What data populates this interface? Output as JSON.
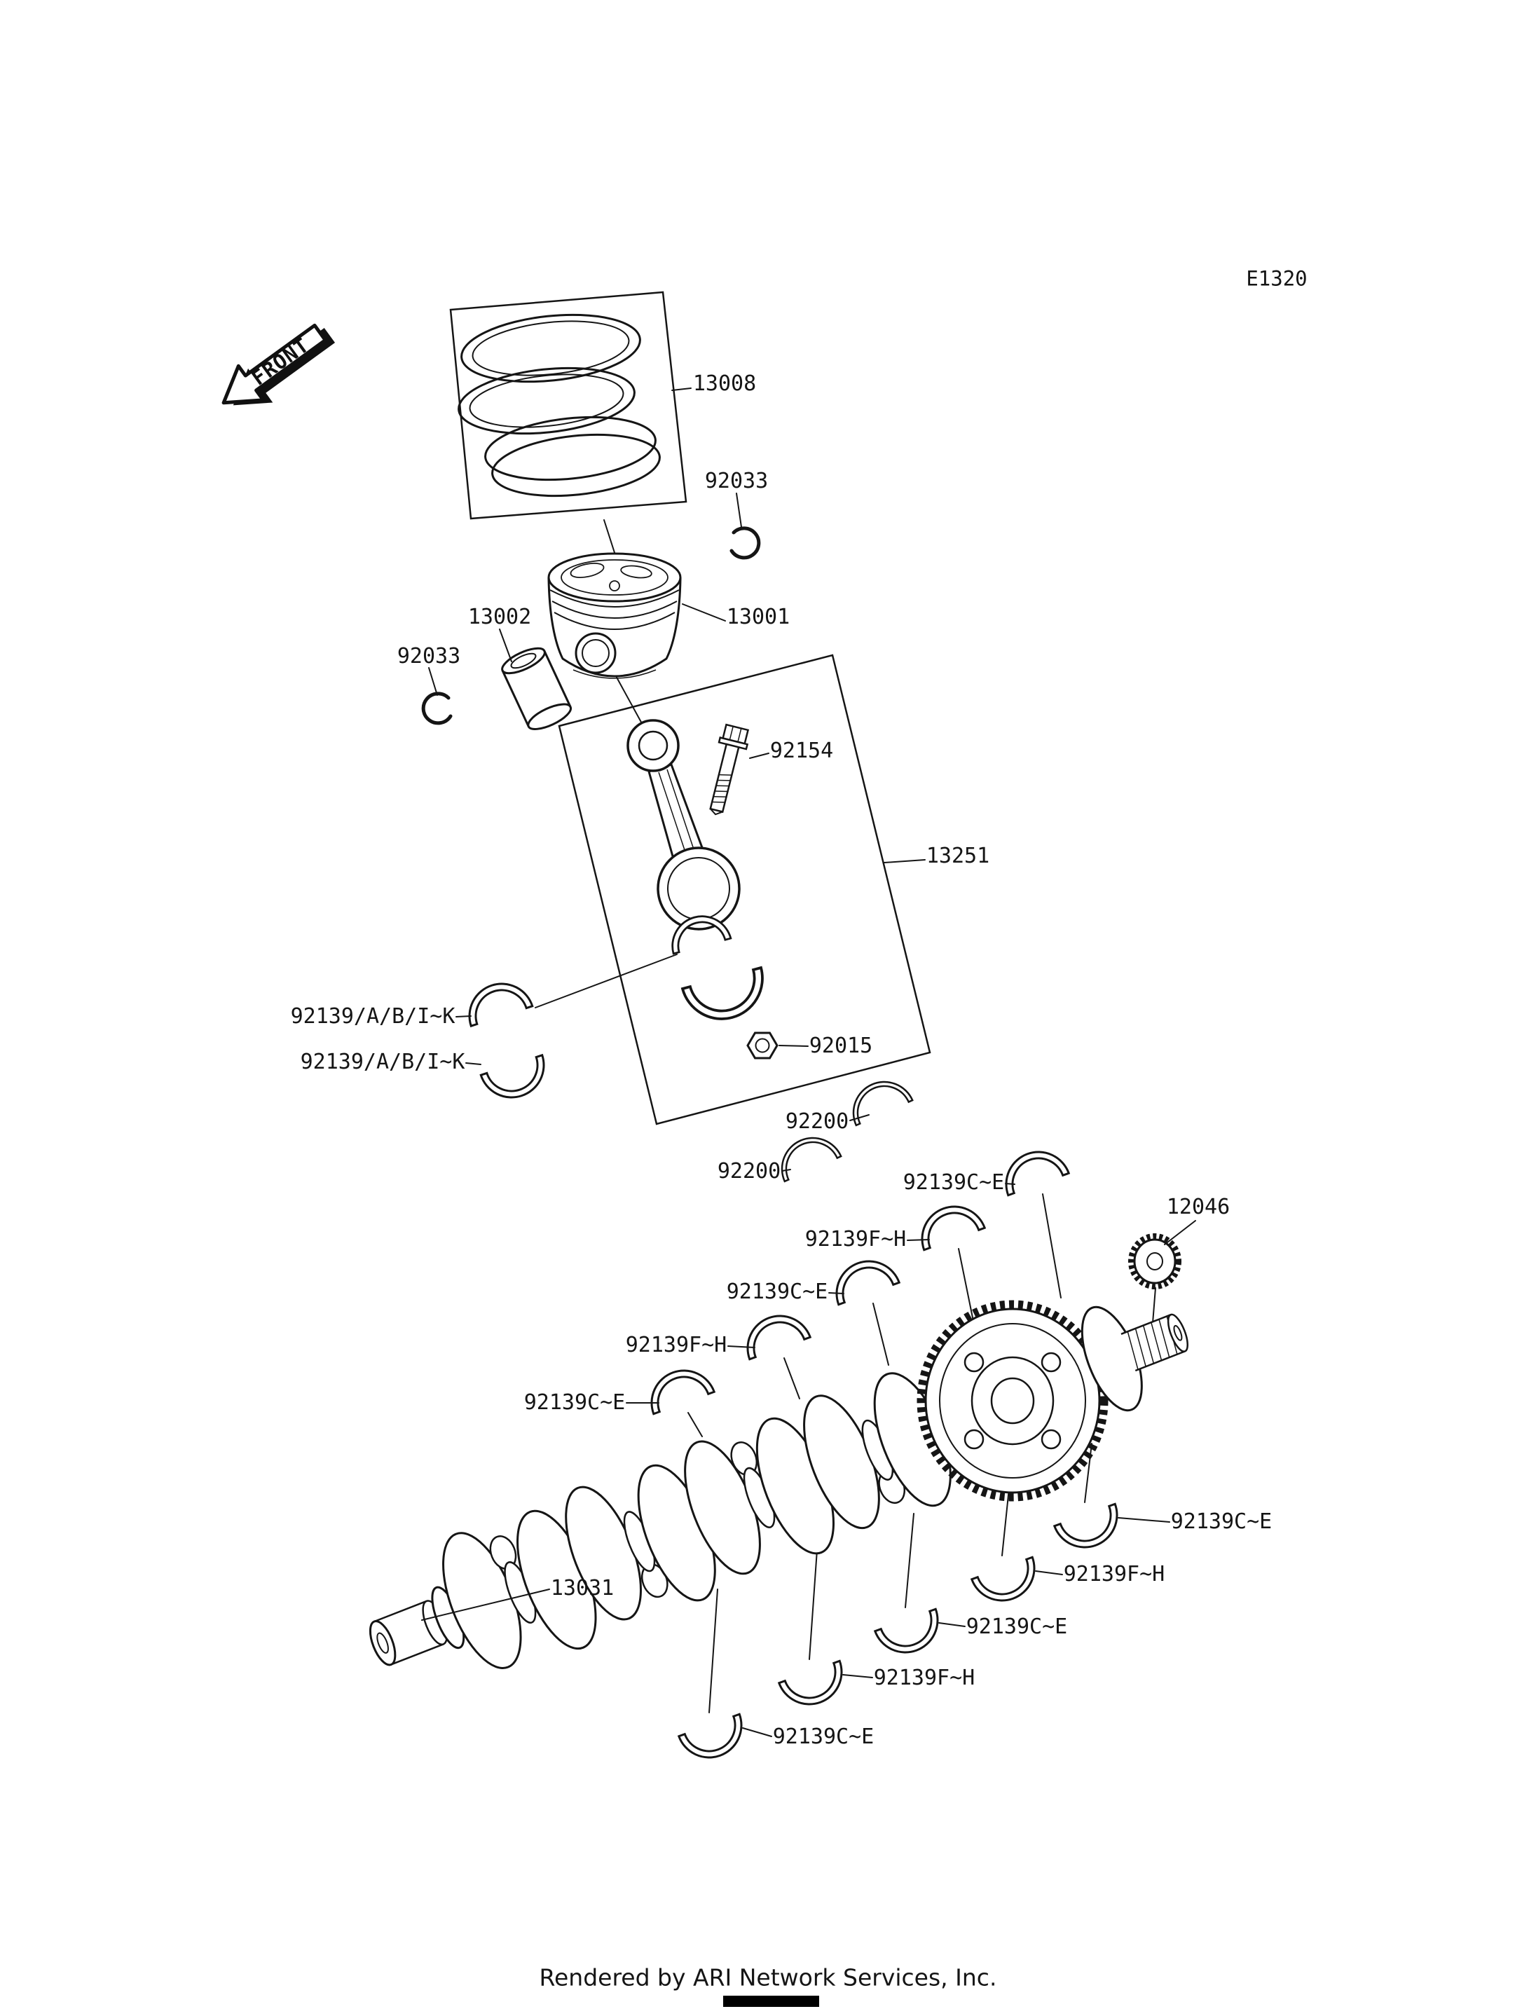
{
  "page": {
    "code": "E1320",
    "front_label": "FRONT",
    "footer": "Rendered by ARI Network Services, Inc."
  },
  "colors": {
    "ink": "#151515",
    "background": "#ffffff"
  },
  "parts": {
    "p13008": "13008",
    "p92033": "92033",
    "p13002": "13002",
    "p13001": "13001",
    "p92154": "92154",
    "p13251": "13251",
    "p92139abik": "92139/A/B/I~K",
    "p92015": "92015",
    "p92200": "92200",
    "p92139ce": "92139C~E",
    "p92139fh": "92139F~H",
    "p12046": "12046",
    "p13031": "13031"
  }
}
